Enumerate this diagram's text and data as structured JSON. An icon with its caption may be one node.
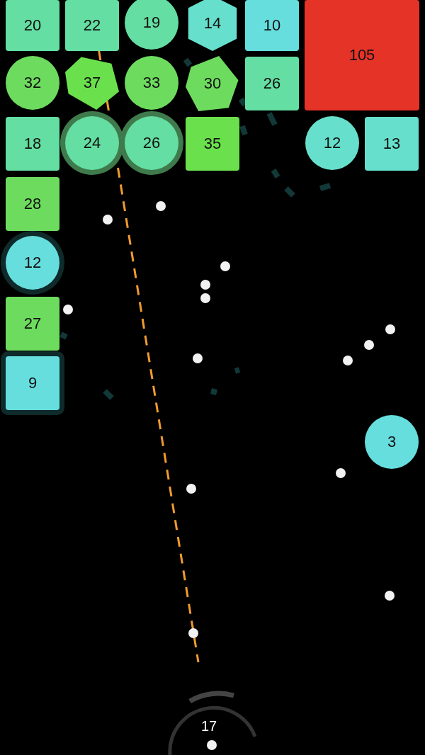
{
  "diagram": {
    "nodes": [
      {
        "text": [
          "20"
        ]
      },
      {
        "text": [
          "22"
        ]
      },
      {
        "text": [
          "19"
        ]
      },
      {
        "text": [
          "14"
        ]
      },
      {
        "text": [
          "10"
        ]
      },
      {
        "text": [
          "105"
        ]
      },
      {
        "text": [
          "32"
        ]
      },
      {
        "text": [
          "37"
        ]
      },
      {
        "text": [
          "33"
        ]
      },
      {
        "text": [
          "30"
        ]
      },
      {
        "text": [
          "26"
        ]
      },
      {
        "text": [
          "18"
        ]
      },
      {
        "text": [
          "24"
        ]
      },
      {
        "text": [
          "26"
        ]
      },
      {
        "text": [
          "35"
        ]
      },
      {
        "text": [
          "12"
        ]
      },
      {
        "text": [
          "13"
        ]
      },
      {
        "text": [
          "28"
        ]
      },
      {
        "text": [
          "12"
        ]
      },
      {
        "text": [
          "27"
        ]
      },
      {
        "text": [
          "9"
        ]
      },
      {
        "text": [
          "3"
        ]
      }
    ],
    "labels": [
      "17"
    ]
  }
}
